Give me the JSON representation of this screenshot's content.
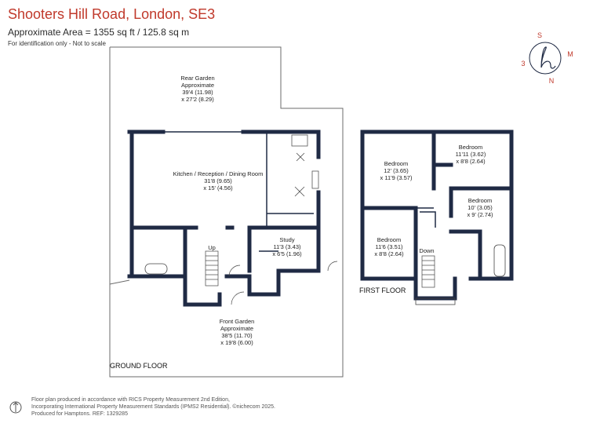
{
  "header": {
    "title": "Shooters Hill Road, London, SE3",
    "area": "Approximate Area = 1355 sq ft / 125.8 sq m",
    "note": "For identification only - Not to scale"
  },
  "rooms": {
    "rear_garden": [
      "Rear Garden",
      "Approximate",
      "39'4 (11.98)",
      "x 27'2 (8.29)"
    ],
    "kitchen": [
      "Kitchen / Reception / Dining Room",
      "31'8 (9.65)",
      "x 15' (4.56)"
    ],
    "study": [
      "Study",
      "11'3 (3.43)",
      "x 6'5 (1.96)"
    ],
    "front_garden": [
      "Front Garden",
      "Approximate",
      "38'5 (11.70)",
      "x 19'8 (6.00)"
    ],
    "bedroom1": [
      "Bedroom",
      "12' (3.65)",
      "x 11'9 (3.57)"
    ],
    "bedroom2": [
      "Bedroom",
      "11'11 (3.62)",
      "x 8'8 (2.64)"
    ],
    "bedroom3": [
      "Bedroom",
      "10' (3.05)",
      "x 9' (2.74)"
    ],
    "bedroom4": [
      "Bedroom",
      "11'6 (3.51)",
      "x 8'8 (2.64)"
    ]
  },
  "labels": {
    "up": "Up",
    "down": "Down",
    "ground_floor": "GROUND FLOOR",
    "first_floor": "FIRST FLOOR"
  },
  "compass": {
    "n": "N",
    "s": "S",
    "m": "M",
    "three": "3",
    "color": "#c0392b"
  },
  "footer": {
    "line1": "Floor plan produced in accordance with RICS Property Measurement 2nd Edition,",
    "line2": "Incorporating International Property Measurement Standards (IPMS2 Residential).  ©nichecom 2025.",
    "line3": "Produced for Hamptons.   REF: 1329285"
  },
  "colors": {
    "accent": "#c0392b",
    "wall": "#1f2a44"
  }
}
